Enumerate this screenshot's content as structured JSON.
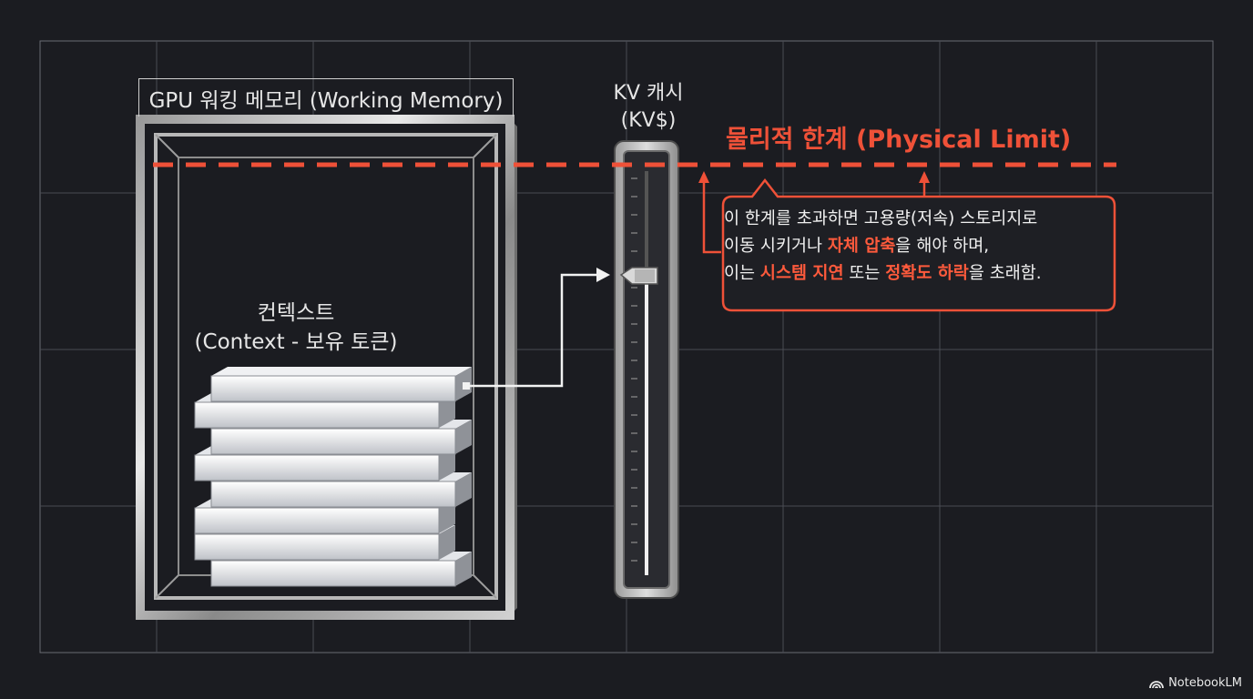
{
  "gpu_title": "GPU 워킹 메모리 (Working Memory)",
  "kv_cache": {
    "line1": "KV 캐시",
    "line2": "(KV$)"
  },
  "physical_limit": "물리적 한계 (Physical Limit)",
  "context": {
    "line1": "컨텍스트",
    "line2": "(Context - 보유 토큰)"
  },
  "callout": {
    "line1": "이 한계를 초과하면 고용량(저속) 스토리지로",
    "line2_a": "이동 시키거나 ",
    "line2_hl": "자체 압축",
    "line2_b": "을 해야 하며,",
    "line3_a": "이는 ",
    "line3_hl1": "시스템 지연",
    "line3_b": " 또는 ",
    "line3_hl2": "정확도 하락",
    "line3_c": "을 초래함."
  },
  "brand": "NotebookLM",
  "colors": {
    "background": "#1b1c21",
    "accent": "#ef5138",
    "grid": "#4a4c54"
  },
  "icons": [
    "notebooklm-logo-icon"
  ]
}
